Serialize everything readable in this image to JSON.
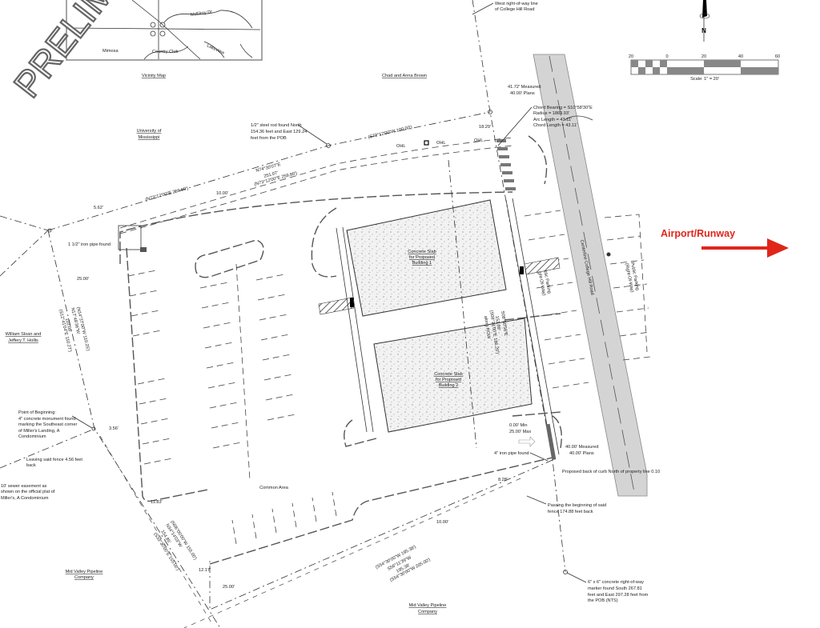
{
  "watermark": "PRELIMINARY",
  "vicinity_map": {
    "title": "Vicinity Map",
    "roads": [
      "McElroy Dr",
      "Country Club",
      "Lakeview",
      "Mimosa"
    ],
    "route_markers": [
      "18",
      "17",
      "19",
      "20"
    ]
  },
  "north_arrow": {
    "label": "N"
  },
  "scale_bar": {
    "ticks": [
      "20",
      "0",
      "20",
      "40",
      "60"
    ],
    "caption": "Scale: 1\" = 20'"
  },
  "owners": {
    "chad": "Chad and Anna Brown",
    "university": [
      "University of",
      "Mississippi"
    ],
    "sloan": [
      "William Sloan and",
      "Jeffery T. Hollis"
    ],
    "mid_valley_left": [
      "Mid Valley Pipeline",
      "Company"
    ],
    "mid_valley_bottom": [
      "Mid Valley Pipeline",
      "Company"
    ]
  },
  "notes": {
    "top_row": [
      "West right-of-way line",
      "of College Hill Road"
    ],
    "steel_rod": [
      "1/2\" steel rod found North",
      "154.36 feet and East 129.24",
      "feet from the POB"
    ],
    "measured_top": [
      "41.72' Measured",
      "40.00' Plans"
    ],
    "chord": [
      "Chord Bearing = S10°58'30\"E",
      "Radius = 1869.93'",
      "Arc Length = 43.11'",
      "Chord Length = 43.11'"
    ],
    "iron_pipe_1_5": "1 1/2\" iron pipe found",
    "pob": [
      "Point of Beginning:",
      "4\" concrete monument found",
      "marking the  Southeast corner",
      "of Miller's Landing, A",
      "Condominium"
    ],
    "leaving_fence": [
      "Leaving said fence 4.56 feet",
      "back"
    ],
    "sewer": [
      "10' sewer easement as",
      "shown on the official plat of",
      "Miller's, A Condominium"
    ],
    "iron_pipe_4": "4\" iron pipe found",
    "measured_bottom": [
      "40.00' Measured",
      "40.00' Plans"
    ],
    "back_of_curb": "Proposed back of curb North of property line 0.10",
    "passing_fence": [
      "Passing the beginning of said",
      "fence 174.88 feet back"
    ],
    "row_marker": [
      "6\" x 6\" concrete right-of-way",
      "marker found South 267.81",
      "feet and East 297.28 feet from",
      "the POB (NTS)"
    ],
    "setback": [
      "0.00' Min",
      "25.00' Max"
    ],
    "common_area": "Common Area"
  },
  "dimensions": {
    "d562": "5.62'",
    "d1000a": "10.00'",
    "d1829": "18.29'",
    "d2500a": "25.00'",
    "d356": "3.56'",
    "d1183": "11.83'",
    "d1217": "12.17'",
    "d2500b": "25.00'",
    "d828": "8.28'",
    "d1000b": "10.00'",
    "north_plat_left": "(N73°12'00\"E 259.80')",
    "north_meas": [
      "N74°30'07\"E",
      "251.07'",
      "(N73°12'00\"E 259.80')"
    ],
    "north_plat_right": "(S73°12'00\"W 100.00')",
    "west": [
      "(N14°37'00\"W 110.25')",
      "N17°48'36\"W",
      "110.09'",
      "(S12°41'04\"E 110.27')"
    ],
    "east": [
      "S08°50'56\"E",
      "153.09'",
      "(S08°14'00\"E 186.20')",
      "along ROW"
    ],
    "southwest": [
      "(N06°00'00\"W 155.00')",
      "N34°14'03\"W",
      "154.85'",
      "(S33°30'00\"E 155.00')"
    ],
    "south": [
      "(S54°30'00\"W 195.38')",
      "S56°11'39\"W",
      "195.38'",
      "(S54°30'00\"W 205.00')"
    ]
  },
  "buildings": [
    {
      "label": [
        "Concrete Slab",
        "for Proposed",
        "Building 1"
      ]
    },
    {
      "label": [
        "Concrete Slab",
        "for Proposed",
        "Building 2"
      ]
    }
  ],
  "road": {
    "label": "Centerline College Hill Road",
    "parking_west": [
      "Public Parking",
      "(Right-Of-Way)"
    ],
    "parking_east": [
      "Public Parking",
      "(Right-Of-Way)"
    ],
    "ohl": "OHL"
  },
  "annotation": {
    "label": "Airport/Runway",
    "color": "#e0261b"
  },
  "colors": {
    "road": "#d4d4d4",
    "line": "#333333"
  }
}
